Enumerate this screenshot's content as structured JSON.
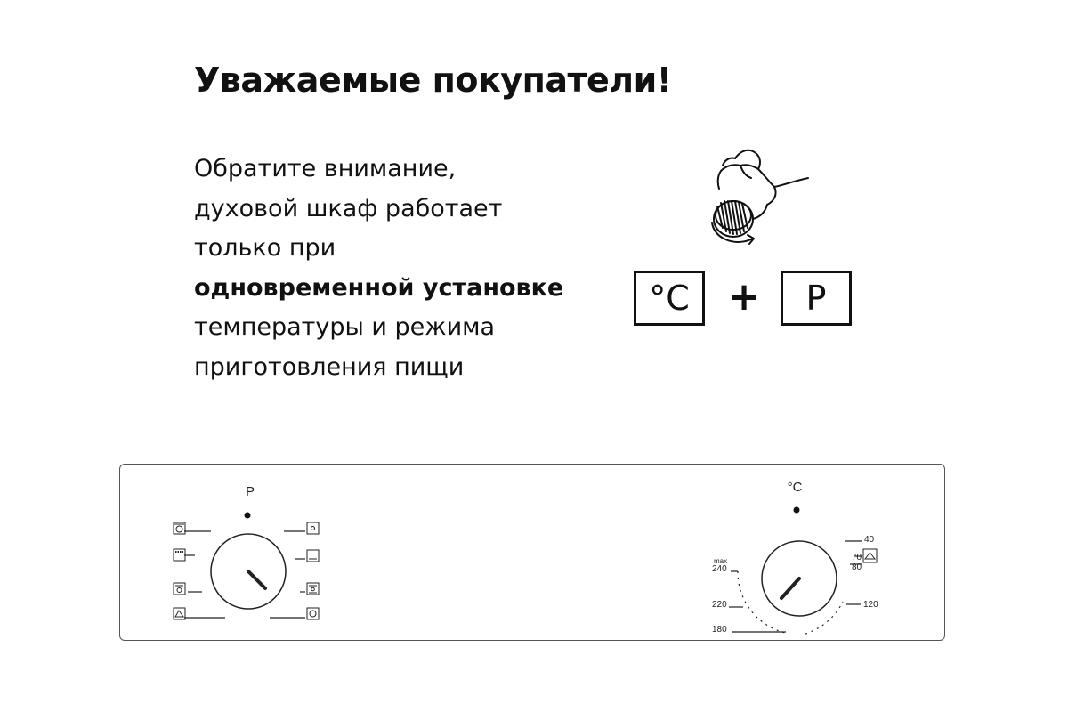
{
  "title": "Уважаемые покупатели!",
  "notice": {
    "line1": "Обратите внимание,",
    "line2": "духовой шкаф работает",
    "line3": "только при",
    "line4_bold": "одновременной установке",
    "line5": "температуры и режима",
    "line6": "приготовления пищи"
  },
  "formula": {
    "temp_symbol": "°C",
    "plus": "+",
    "mode_symbol": "P"
  },
  "panel": {
    "mode_knob_label": "P",
    "temp_knob_label": "°C",
    "temp_scale": {
      "max_label": "max",
      "ticks": [
        "240",
        "220",
        "180",
        "40",
        "70",
        "80",
        "120"
      ]
    }
  },
  "colors": {
    "ink": "#111111",
    "panel_border": "#555555",
    "background": "#ffffff"
  }
}
